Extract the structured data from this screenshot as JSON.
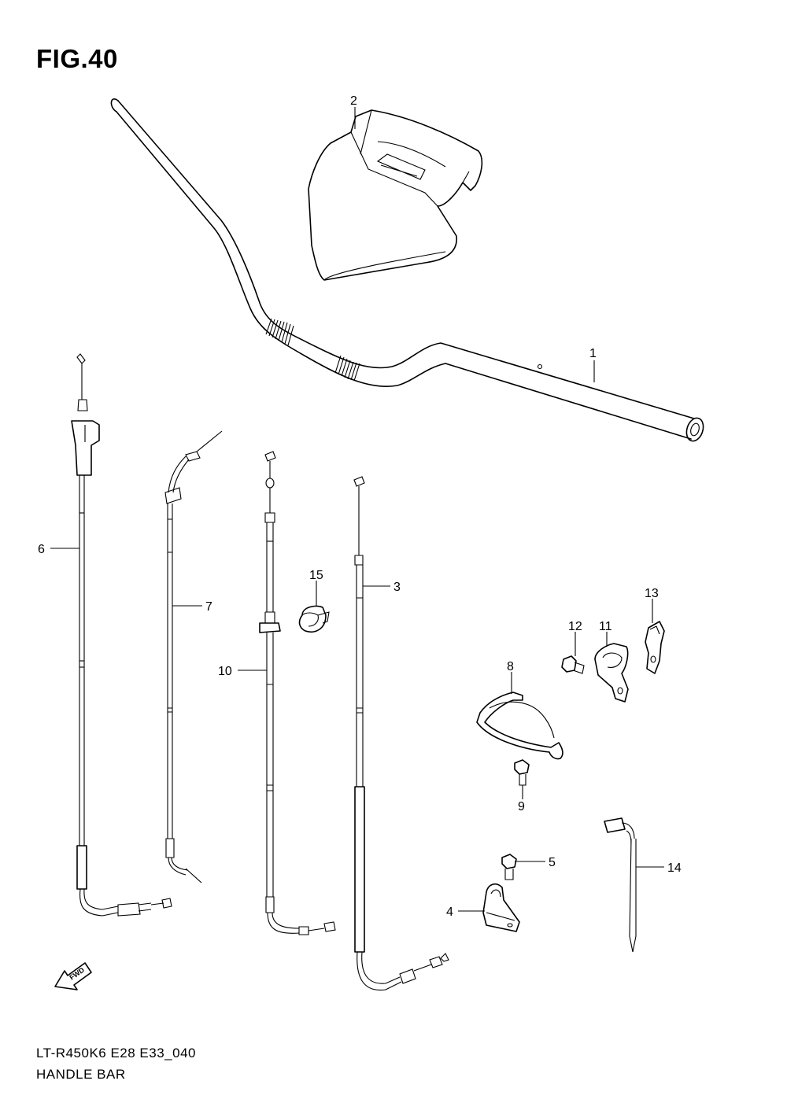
{
  "figure": {
    "title": "FIG.40",
    "model_code": "LT-R450K6 E28 E33_040",
    "caption": "HANDLE BAR",
    "fwd_label": "FWD"
  },
  "callouts": {
    "c1": "1",
    "c2": "2",
    "c3": "3",
    "c4": "4",
    "c5": "5",
    "c6": "6",
    "c7": "7",
    "c8": "8",
    "c9": "9",
    "c10": "10",
    "c11": "11",
    "c12": "12",
    "c13": "13",
    "c14": "14",
    "c15": "15"
  }
}
